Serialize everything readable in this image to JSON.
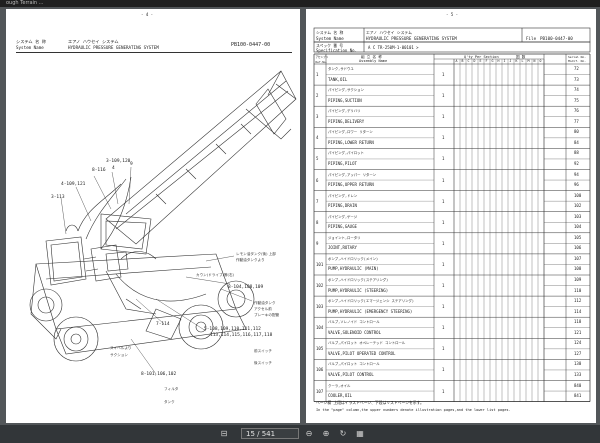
{
  "window": {
    "tab_title": "ough Terrain ..."
  },
  "left_page": {
    "page_mark": "- 4 -",
    "system_label": "システム 名 称",
    "system_label_en": "System    Name",
    "system_name_jp": "エアノ ハウセイ システム",
    "system_name_en": "HYDRAULIC PRESSURE GENERATING SYSTEM",
    "part_no": "PB100-0447-00",
    "callouts": [
      "3-109,120",
      "8-116",
      "4-109,121",
      "3-113",
      "4",
      "9",
      "8-104,108,109",
      "7-114",
      "5-108,109,110,111,112",
      "113,114,115,116,117,118",
      "8-101,106,102"
    ],
    "notes": [
      "レモン油タンク(後) 上部",
      "作動油タンクより",
      "カウン(ドライブ)等(右)",
      "作動油タンク",
      "アクセル前",
      "ブレーキの配管",
      "前スイッチ",
      "後スイッチ",
      "スイベルより",
      "サクション",
      "フィルタ",
      "タンク"
    ]
  },
  "right_page": {
    "page_mark": "- 5 -",
    "system_label_jp": "システム 名 称",
    "system_label": "System    Name",
    "system_name_jp": "エアノ ハウセイ システム",
    "system_name_en": "HYDRAULIC PRESSURE GENERATING SYSTEM",
    "file_label": "File",
    "file_no": "PB100-0447-00",
    "spec_label_jp": "スペック 番 号",
    "spec_label": "Specification  No.",
    "spec_value": "A  C  TR-250M-1-00101   >",
    "col_headers": {
      "ref": "アセンブリ\nRef.No.",
      "assembly_jp": "組 立 名 称",
      "assembly": "Assembly   Name",
      "qty": "Q'ty Per Section",
      "pages": "図 数",
      "serial": "Serial No.",
      "modif": "Modif. No."
    },
    "letters": [
      "A",
      "B",
      "C",
      "D",
      "E",
      "F",
      "G",
      "H",
      "I",
      "J",
      "K",
      "L",
      "M",
      "N",
      "O"
    ],
    "rows": [
      {
        "ref": "1",
        "jp": "タンク,サドウユ",
        "en": "TANK,OIL",
        "qty": "1",
        "pages": [
          "72",
          "73"
        ]
      },
      {
        "ref": "2",
        "jp": "パイピング,サクション",
        "en": "PIPING,SUCTION",
        "qty": "1",
        "pages": [
          "74",
          "75"
        ]
      },
      {
        "ref": "3",
        "jp": "パイピング,デリバリ",
        "en": "PIPING,DELIVERY",
        "qty": "1",
        "pages": [
          "76",
          "77"
        ]
      },
      {
        "ref": "4",
        "jp": "パイピング,ロワー リターン",
        "en": "PIPING,LOWER RETURN",
        "qty": "1",
        "pages": [
          "80",
          "84"
        ]
      },
      {
        "ref": "5",
        "jp": "パイピング,パイロット",
        "en": "PIPING,PILOT",
        "qty": "1",
        "pages": [
          "88",
          "92"
        ]
      },
      {
        "ref": "6",
        "jp": "パイピング,アッパー リターン",
        "en": "PIPING,UPPER RETURN",
        "qty": "1",
        "pages": [
          "94",
          "96"
        ]
      },
      {
        "ref": "7",
        "jp": "パイピング,ドレン",
        "en": "PIPING,DRAIN",
        "qty": "1",
        "pages": [
          "100",
          "102"
        ]
      },
      {
        "ref": "8",
        "jp": "パイピング,ゲージ",
        "en": "PIPING,GAUGE",
        "qty": "1",
        "pages": [
          "103",
          "104"
        ]
      },
      {
        "ref": "9",
        "jp": "ジョイント,ロータリ",
        "en": "JOINT,ROTARY",
        "qty": "1",
        "pages": [
          "105",
          "106"
        ]
      },
      {
        "ref": "101",
        "jp": "ポンプ,ハイドロリック(メイン)",
        "en": "PUMP,HYDRAULIC (MAIN)",
        "qty": "1",
        "pages": [
          "107",
          "108"
        ]
      },
      {
        "ref": "102",
        "jp": "ポンプ,ハイドロリック(ステアリング)",
        "en": "PUMP,HYDRAULIC (STEERING)",
        "qty": "1",
        "pages": [
          "109",
          "110"
        ]
      },
      {
        "ref": "103",
        "jp": "ポンプ,ハイドロリック(エマージェンシ ステアリング)",
        "en": "PUMP,HYDRAULIC (EMERGENCY STEERING)",
        "qty": "1",
        "pages": [
          "112",
          "114"
        ]
      },
      {
        "ref": "104",
        "jp": "バルブ,ソレノイド コントロール",
        "en": "VALVE,SOLENOID CONTROL",
        "qty": "1",
        "pages": [
          "118",
          "121"
        ]
      },
      {
        "ref": "105",
        "jp": "バルブ,パイロット オペレーテッド コントロール",
        "en": "VALVE,PILOT OPERATED CONTROL",
        "qty": "1",
        "pages": [
          "124",
          "127"
        ]
      },
      {
        "ref": "106",
        "jp": "バルブ,パイロット コントロール",
        "en": "VALVE,PILOT CONTROL",
        "qty": "1",
        "pages": [
          "130",
          "133"
        ]
      },
      {
        "ref": "107",
        "jp": "クーラ,オイル",
        "en": "COOLER,OIL",
        "qty": "1",
        "pages": [
          "840",
          "841"
        ]
      }
    ],
    "footnote_jp": "ページ欄  上段はイラストページ、下段はリストページを示す。",
    "footnote_en": "In the \"page\" column,the upper numbers denote illustration pages,and the lower list pages."
  },
  "toolbar": {
    "current_page": "15",
    "page_sep": "/",
    "total_pages": "541",
    "page_display": "15 / 541"
  }
}
